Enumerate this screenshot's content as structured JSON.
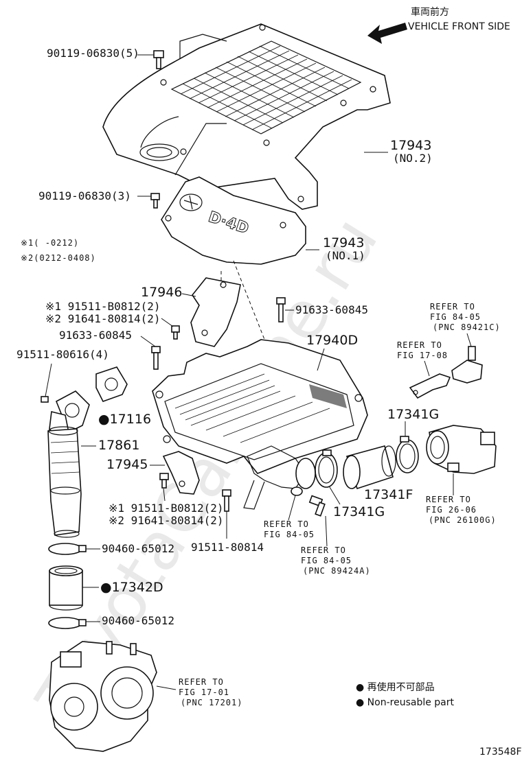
{
  "watermark": "ToyotaCarMine.ru",
  "orientation": {
    "jp": "車両前方",
    "en": "VEHICLE FRONT SIDE"
  },
  "notes": {
    "n1": "※1(    -0212)",
    "n2": "※2(0212-0408)"
  },
  "labels": {
    "bolt_top": "90119-06830(5)",
    "bolt_mid": "90119-06830(3)",
    "cover_no2_code": "17943",
    "cover_no2_sub": "(NO.2)",
    "cover_no1_code": "17943",
    "cover_no1_sub": "(NO.1)",
    "bracket_17946": "17946",
    "bolt_91511_a": "※1 91511-B0812(2)",
    "bolt_91641_a": "※2 91641-80814(2)",
    "bolt_91633_left": "91633-60845",
    "bolt_91633_right": "91633-60845",
    "intercooler": "17940D",
    "bolt_91511_80616": "91511-80616(4)",
    "gasket_17116": "17116",
    "pipe_17861": "17861",
    "bracket_17945": "17945",
    "bolt_91511_b": "※1 91511-B0812(2)",
    "bolt_91641_b": "※2 91641-80814(2)",
    "bolt_91511_80814": "91511-80814",
    "clamp_upper": "90460-65012",
    "hose_17342d": "17342D",
    "clamp_lower": "90460-65012",
    "clamp_17341g_upper": "17341G",
    "hose_17341f": "17341F",
    "clamp_17341g_lower": "17341G"
  },
  "refers": {
    "r1": {
      "l1": "REFER TO",
      "l2": "FIG 84-05",
      "l3": "(PNC 89421C)"
    },
    "r2": {
      "l1": "REFER TO",
      "l2": "FIG 17-08"
    },
    "r3": {
      "l1": "REFER TO",
      "l2": "FIG 26-06",
      "l3": "(PNC 26100G)"
    },
    "r4": {
      "l1": "REFER TO",
      "l2": "FIG 84-05"
    },
    "r5": {
      "l1": "REFER TO",
      "l2": "FIG 84-05",
      "l3": "(PNC 89424A)"
    },
    "r6": {
      "l1": "REFER TO",
      "l2": "FIG 17-01",
      "l3": "(PNC 17201)"
    }
  },
  "legend": {
    "jp": "再使用不可部品",
    "en": "Non-reusable part"
  },
  "figure_id": "173548F",
  "colors": {
    "ink": "#111111",
    "watermark": "#e9e9e9",
    "background": "#ffffff"
  }
}
